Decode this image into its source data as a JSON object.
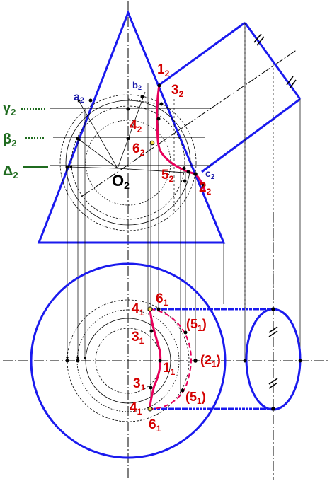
{
  "labels": {
    "gamma": "γ",
    "gamma_sub": "2",
    "beta": "β",
    "beta_sub": "2",
    "delta": "Δ",
    "delta_sub": "2",
    "a": "a",
    "a_sub": "2",
    "b": "b",
    "b_sub": "2",
    "c": "c",
    "c_sub": "2",
    "o": "O",
    "o_sub": "2",
    "p1": "1",
    "p1_sub": "2",
    "p2": "2",
    "p2_sub": "2",
    "p3": "3",
    "p3_sub": "2",
    "p4": "4",
    "p4_sub": "2",
    "p5": "5",
    "p5_sub": "2",
    "p6": "6",
    "p6_sub": "2",
    "t4_top": "4",
    "t4_top_sub": "1",
    "t6_top": "6",
    "t6_top_sub": "1",
    "t3_top": "3",
    "t3_top_sub": "1",
    "t1": "1",
    "t1_sub": "1",
    "t5_top": "(5",
    "t5_top_sub": "1",
    "t5_top_close": ")",
    "t2": "(2",
    "t2_sub": "1",
    "t2_close": ")",
    "t3_bot": "3",
    "t3_bot_sub": "1",
    "t5_bot": "(5",
    "t5_bot_sub": "1",
    "t5_bot_close": ")",
    "t4_bot": "4",
    "t4_bot_sub": "1",
    "t6_bot": "6",
    "t6_bot_sub": "1"
  },
  "colors": {
    "outline": "#1a1aee",
    "curve": "#e8005a",
    "labels_red": "#d40000",
    "labels_blue": "#1a1aaa",
    "labels_green": "#1f6b1f",
    "construction": "#000000"
  }
}
